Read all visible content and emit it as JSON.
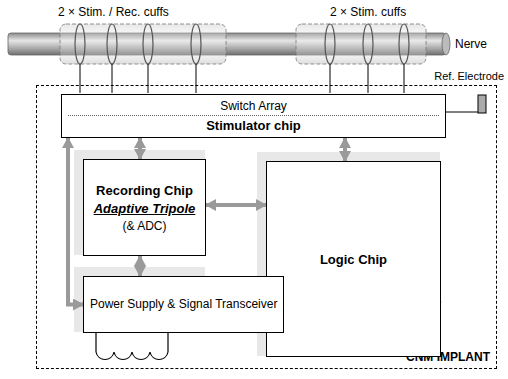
{
  "diagram": {
    "nodes": [
      {
        "text": [
          "CNM IMPLANT"
        ]
      },
      {
        "text": [
          "Switch Array",
          "Stimulator chip"
        ],
        "in": 0
      },
      {
        "text": [
          "Recording Chip",
          "Adaptive Tripole",
          "(& ADC)"
        ],
        "in": 0
      },
      {
        "text": [
          "Logic Chip"
        ],
        "in": 0
      },
      {
        "text": [
          "Power Supply & Signal Transceiver"
        ],
        "in": 0
      }
    ],
    "edges": [
      {
        "from": 1,
        "to": 2,
        "arrow": "both"
      },
      {
        "from": 1,
        "to": 3,
        "arrow": "both"
      },
      {
        "from": 2,
        "to": 3,
        "arrow": "both"
      },
      {
        "from": 2,
        "to": 4,
        "arrow": "both"
      },
      {
        "from": 4,
        "to": 3,
        "arrow": "both"
      },
      {
        "from": 4,
        "to": 1,
        "arrow": "both"
      }
    ],
    "labels": [
      "2 × Stim. / Rec. cuffs",
      "2 × Stim. cuffs",
      "Nerve",
      "Ref. Electrode"
    ]
  }
}
